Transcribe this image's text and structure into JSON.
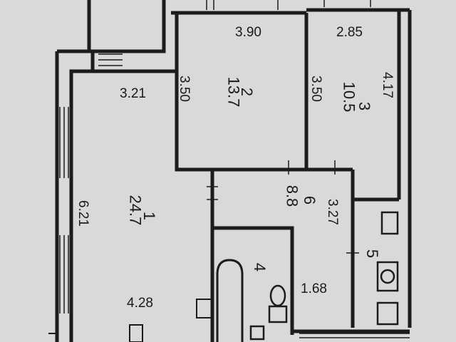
{
  "rooms": [
    {
      "number": "1",
      "area": "24.7"
    },
    {
      "number": "2",
      "area": "13.7"
    },
    {
      "number": "3",
      "area": "10.5"
    },
    {
      "number": "4",
      "area": ""
    },
    {
      "number": "5",
      "area": ""
    },
    {
      "number": "6",
      "area": "8.8"
    }
  ],
  "dimensions": {
    "room2_width": "3.90",
    "room2_height": "3.50",
    "room3_width": "2.85",
    "room3_height": "3.50",
    "room3_side": "4.17",
    "room1_width": "3.21",
    "room1_height": "6.21",
    "room1_bottom": "4.28",
    "corridor_height": "3.27",
    "corridor_width": "1.68"
  },
  "colors": {
    "wall": "#1c1c1c",
    "paper": "#d8d9db"
  }
}
